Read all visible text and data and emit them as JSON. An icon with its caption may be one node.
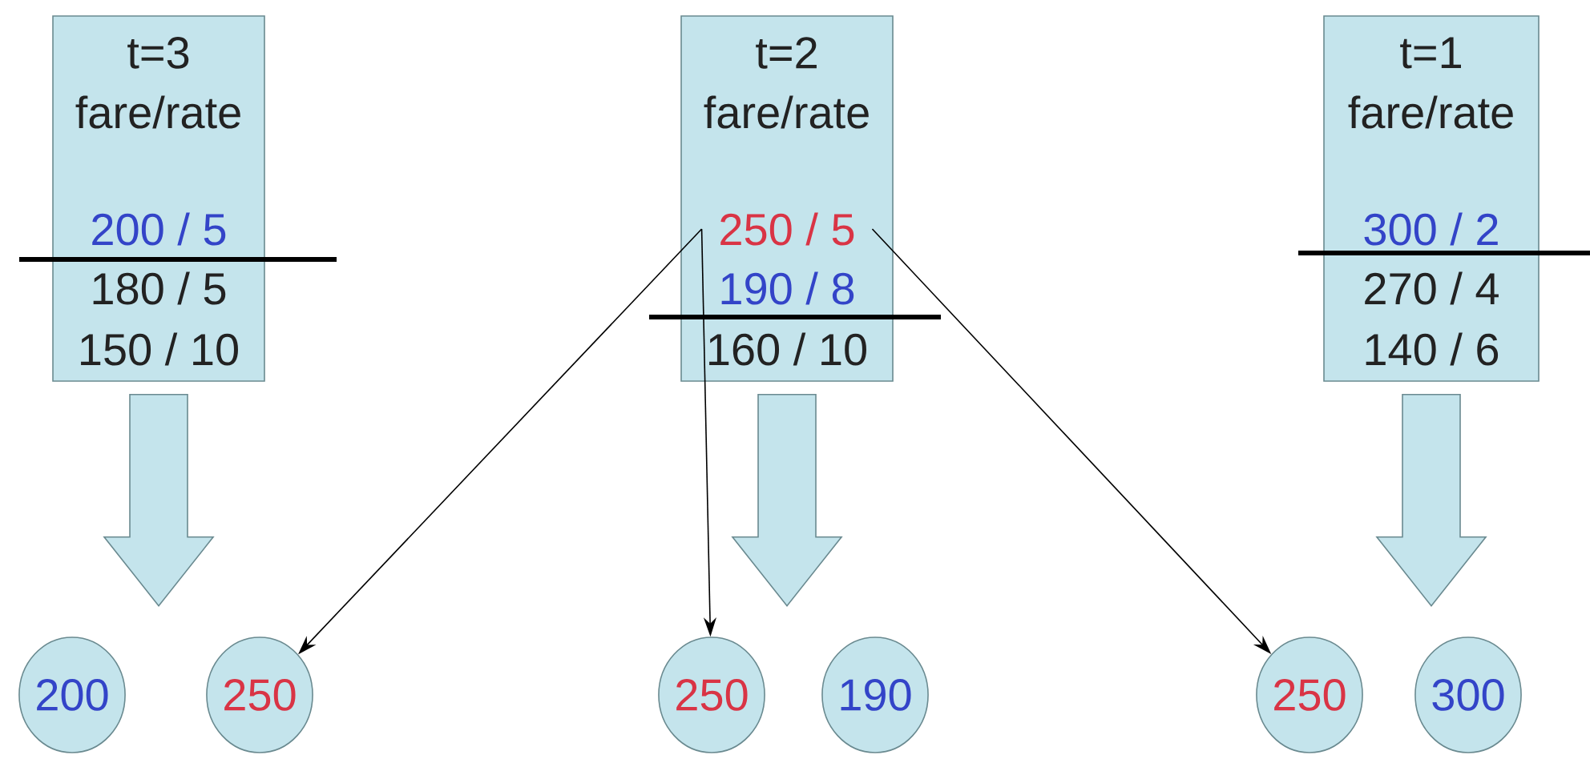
{
  "diagram": {
    "nodes": [
      {
        "text": [
          "t=3",
          "fare/rate",
          "200 / 5",
          "180 / 5",
          "150 / 10"
        ]
      },
      {
        "text": [
          "t=2",
          "fare/rate",
          "190 / 8",
          "160 / 10"
        ]
      },
      {
        "text": [
          "250 / 5"
        ],
        "in": 1
      },
      {
        "text": [
          "t=1",
          "fare/rate",
          "300 / 2",
          "270 / 4",
          "140 / 6"
        ]
      },
      {
        "text": [
          "200"
        ]
      },
      {
        "text": [
          "250"
        ]
      },
      {
        "text": [
          "250"
        ]
      },
      {
        "text": [
          "190"
        ]
      },
      {
        "text": [
          "250"
        ]
      },
      {
        "text": [
          "300"
        ]
      }
    ],
    "edges": [
      {
        "from": 2,
        "to": 5,
        "arrow": "to"
      },
      {
        "from": 2,
        "to": 6,
        "arrow": "to"
      },
      {
        "from": 2,
        "to": 8,
        "arrow": "to"
      },
      {
        "from": 0,
        "to": null,
        "arrow": "to",
        "style": "thick"
      },
      {
        "from": 1,
        "to": null,
        "arrow": "to",
        "style": "thick"
      },
      {
        "from": 3,
        "to": null,
        "arrow": "to",
        "style": "thick"
      }
    ]
  }
}
